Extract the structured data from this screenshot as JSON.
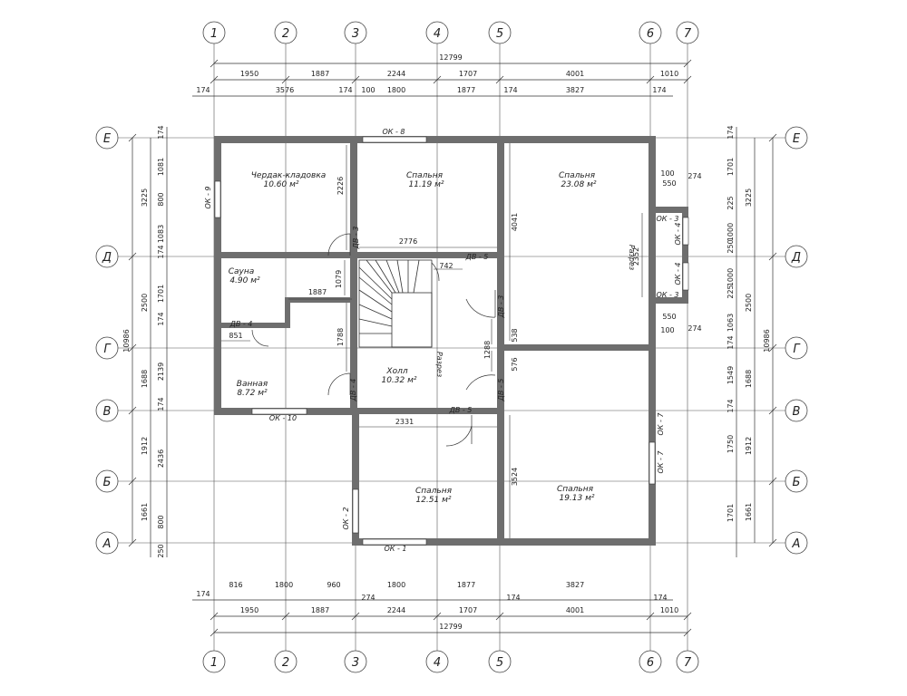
{
  "grid_axes": {
    "vertical": [
      "1",
      "2",
      "3",
      "4",
      "5",
      "6",
      "7"
    ],
    "horizontal": [
      "Е",
      "Д",
      "Г",
      "В",
      "Б",
      "А"
    ]
  },
  "dimensions": {
    "top_total": "12799",
    "top_row1": [
      "1950",
      "1887",
      "2244",
      "1707",
      "4001",
      "1010"
    ],
    "top_row2": [
      "174",
      "3576",
      "174",
      "100",
      "1800",
      "1877",
      "174",
      "3827",
      "174"
    ],
    "bottom_row1": [
      "174",
      "816",
      "1800",
      "960",
      "274",
      "1800",
      "1877",
      "174",
      "3827",
      "174"
    ],
    "bottom_row2": [
      "1950",
      "1887",
      "2244",
      "1707",
      "4001",
      "1010"
    ],
    "bottom_total": "12799",
    "left_total": "10986",
    "left_outer": [
      "3225",
      "2500",
      "1688",
      "1912",
      "1661",
      "250"
    ],
    "left_inner": [
      "174",
      "1081",
      "800",
      "1083",
      "174",
      "1701",
      "174",
      "2139",
      "174",
      "2436",
      "800"
    ],
    "right_total": "10986",
    "right_outer": [
      "174",
      "3225",
      "2500",
      "1688",
      "1912",
      "1661"
    ],
    "right_inner": [
      "1701",
      "225",
      "1000",
      "250",
      "1000",
      "225",
      "1063",
      "174",
      "1549",
      "174",
      "1750",
      "1701"
    ],
    "interior": [
      "2226",
      "1079",
      "1887",
      "1788",
      "851",
      "2776",
      "742",
      "4041",
      "2352",
      "538",
      "1288",
      "576",
      "2331",
      "3524",
      "100",
      "550",
      "274",
      "100",
      "550",
      "274"
    ]
  },
  "rooms": [
    {
      "name": "Чердак-кладовка",
      "area": "10.60",
      "unit": "м²"
    },
    {
      "name": "Спальня",
      "area": "11.19",
      "unit": "м²"
    },
    {
      "name": "Спальня",
      "area": "23.08",
      "unit": "м²"
    },
    {
      "name": "Сауна",
      "area": "4.90",
      "unit": "м²"
    },
    {
      "name": "Ванная",
      "area": "8.72",
      "unit": "м²"
    },
    {
      "name": "Холл",
      "area": "10.32",
      "unit": "м²"
    },
    {
      "name": "Спальня",
      "area": "12.51",
      "unit": "м²"
    },
    {
      "name": "Спальня",
      "area": "19.13",
      "unit": "м²"
    }
  ],
  "openings": {
    "ok1": "ОК - 1",
    "ok2": "ОК - 2",
    "ok3a": "ОК - 3",
    "ok3b": "ОК - 3",
    "ok4a": "ОК - 4",
    "ok4b": "ОК - 4",
    "ok7a": "ОК - 7",
    "ok7b": "ОК - 7",
    "ok8": "ОК - 8",
    "ok9": "ОК - 9",
    "ok10": "ОК - 10",
    "dv3a": "ДВ - 3",
    "dv3b": "ДВ - 3",
    "dv4a": "ДВ - 4",
    "dv4b": "ДВ - 4",
    "dv5a": "ДВ - 5",
    "dv5b": "ДВ - 5",
    "dv5c": "ДВ - 5",
    "razrez1": "Разрез",
    "razrez2": "Разрез"
  },
  "colors": {
    "wall": "#6e6e6e",
    "line": "#333333"
  }
}
